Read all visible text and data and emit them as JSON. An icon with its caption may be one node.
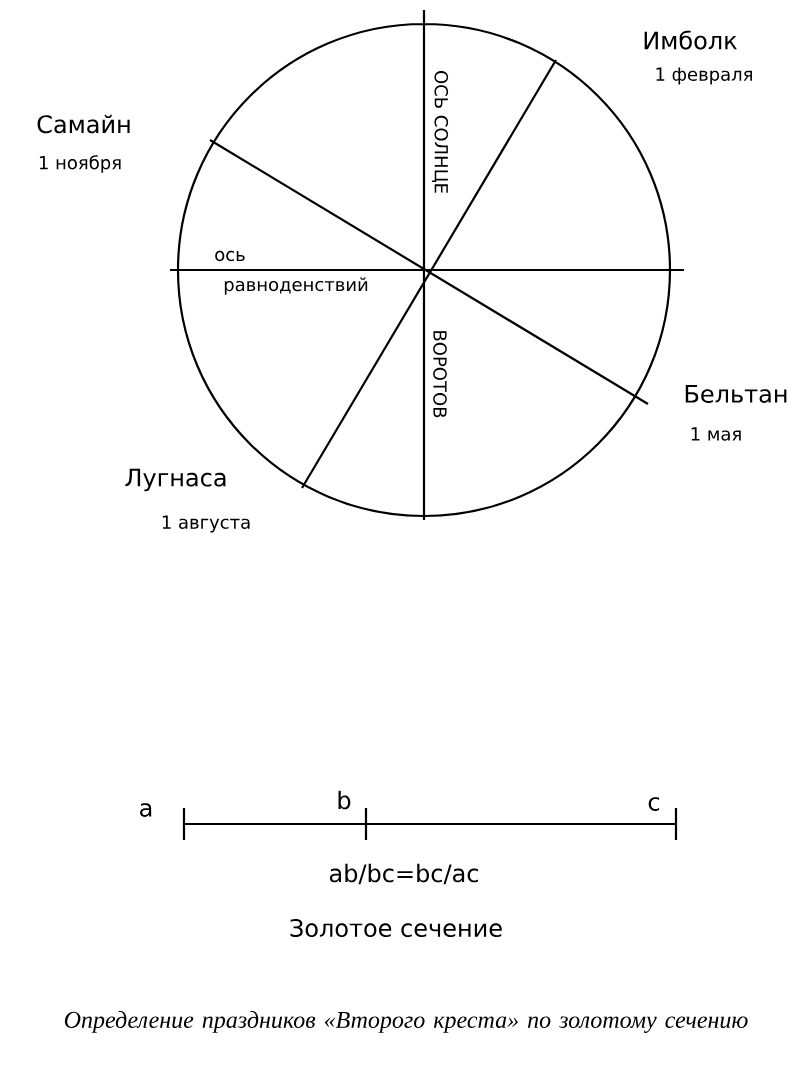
{
  "diagram": {
    "caption": "Определение праздников «Второго креста» по золотому сечению",
    "labels": [
      "Имболк",
      "1 февраля",
      "Самайн",
      "1 ноября",
      "ОСЬ СОЛНЦЕ",
      "ось",
      "равноденствий",
      "ВОРОТОВ",
      "Бельтан",
      "1 мая",
      "Лугнаса",
      "1 августа",
      "a",
      "b",
      "c",
      "ab/bc=bc/ac",
      "Золотое сечение"
    ]
  }
}
